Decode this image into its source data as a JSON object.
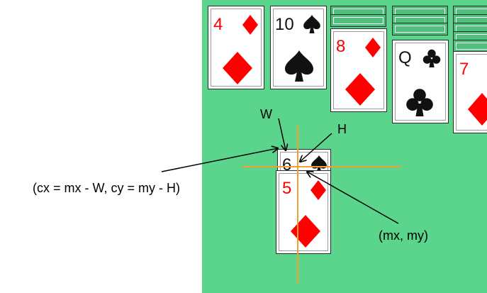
{
  "columns": [
    {
      "rank": "4",
      "suit": "diamond",
      "color": "red"
    },
    {
      "rank": "10",
      "suit": "spade",
      "color": "black"
    },
    {
      "rank": "8",
      "suit": "diamond",
      "color": "red"
    },
    {
      "rank": "Q",
      "suit": "club",
      "color": "black"
    },
    {
      "rank": "7",
      "suit": "diamond",
      "color": "red"
    }
  ],
  "dragged_cards": [
    {
      "rank": "6",
      "suit": "spade",
      "color": "black"
    },
    {
      "rank": "5",
      "suit": "diamond",
      "color": "red"
    }
  ],
  "annotations": {
    "W": "W",
    "H": "H",
    "formula": "(cx = mx - W, cy = my - H)",
    "mouse": "(mx, my)"
  },
  "colors": {
    "felt": "#5bd48c",
    "red_suit": "#ff0000",
    "crosshair": "#f0a030"
  }
}
